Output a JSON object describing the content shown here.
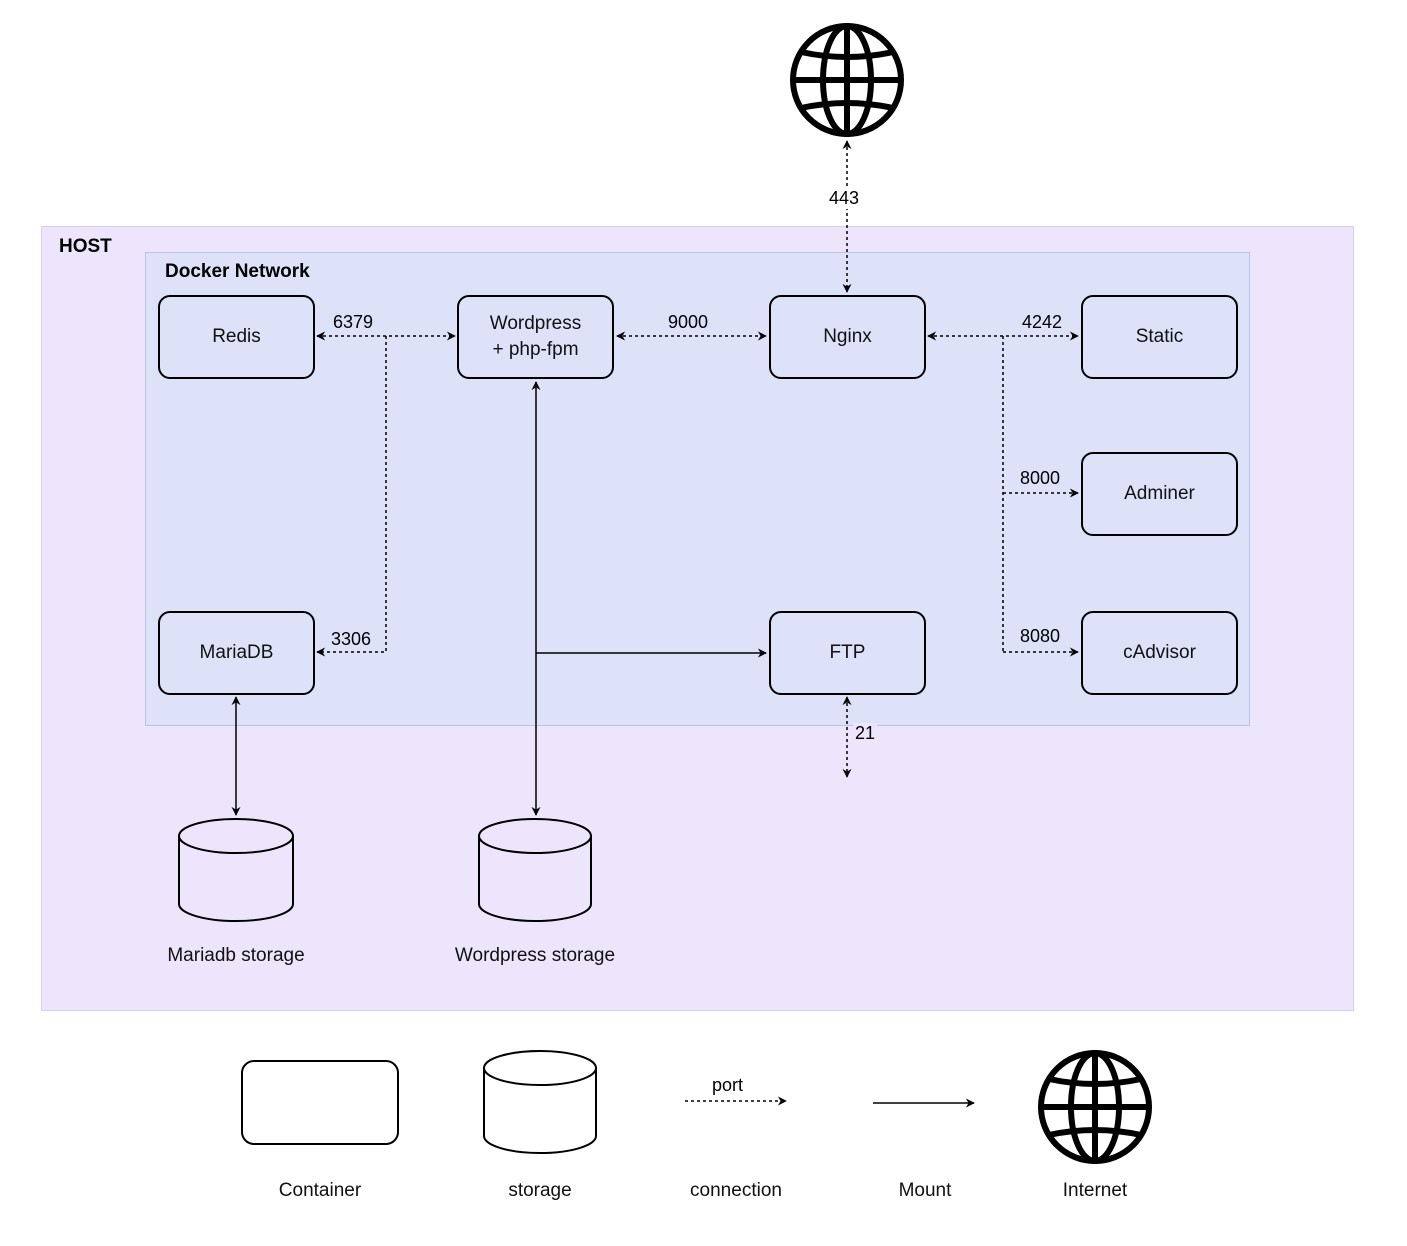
{
  "host": {
    "title": "HOST"
  },
  "network": {
    "title": "Docker Network"
  },
  "containers": {
    "redis": "Redis",
    "wordpress": "Wordpress\n+ php-fpm",
    "nginx": "Nginx",
    "static": "Static",
    "adminer": "Adminer",
    "mariadb": "MariaDB",
    "ftp": "FTP",
    "cadvisor": "cAdvisor"
  },
  "ports": {
    "internet": "443",
    "redis": "6379",
    "php_fpm": "9000",
    "static": "4242",
    "adminer": "8000",
    "mariadb": "3306",
    "cadvisor": "8080",
    "ftp": "21"
  },
  "storage": {
    "mariadb": "Mariadb storage",
    "wordpress": "Wordpress storage"
  },
  "legend": {
    "container": "Container",
    "storage": "storage",
    "port": "port",
    "connection": "connection",
    "mount": "Mount",
    "internet": "Internet"
  },
  "icons": {
    "internet": "globe-icon",
    "storage": "cylinder-icon"
  },
  "colors": {
    "host_bg": "#ede5fb",
    "network_bg": "#dde2f8",
    "stroke": "#000000"
  }
}
